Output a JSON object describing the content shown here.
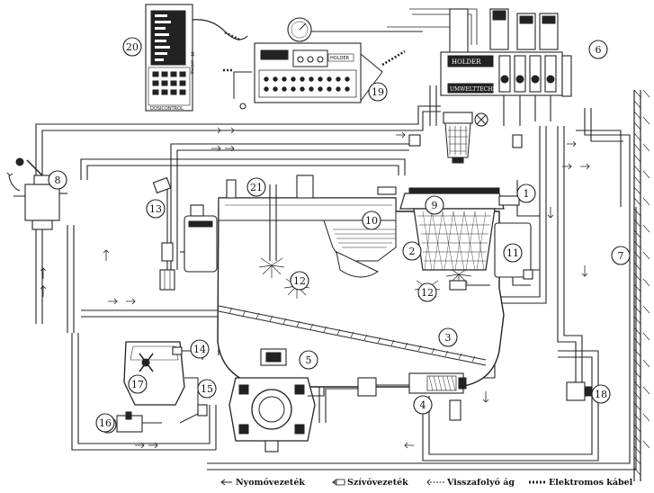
{
  "diagram": {
    "callouts": [
      {
        "n": "1"
      },
      {
        "n": "2"
      },
      {
        "n": "3"
      },
      {
        "n": "4"
      },
      {
        "n": "5"
      },
      {
        "n": "6"
      },
      {
        "n": "7"
      },
      {
        "n": "8"
      },
      {
        "n": "9"
      },
      {
        "n": "10"
      },
      {
        "n": "11"
      },
      {
        "n": "12"
      },
      {
        "n": "12"
      },
      {
        "n": "13"
      },
      {
        "n": "14"
      },
      {
        "n": "15"
      },
      {
        "n": "16"
      },
      {
        "n": "17"
      },
      {
        "n": "18"
      },
      {
        "n": "19"
      },
      {
        "n": "20"
      },
      {
        "n": "21"
      }
    ],
    "valve_block_label": "UMWELTTECHNIK",
    "valve_block_label_top": "HOLDER",
    "controller_brand": "DOSICONTROL",
    "controller_model": "M · crême",
    "console_text": "HOLDER"
  },
  "legend": [
    {
      "key": "pressure",
      "label": "Nyomóvezeték"
    },
    {
      "key": "suction",
      "label": "Szívóvezeték"
    },
    {
      "key": "return",
      "label": "Visszafolyó ág"
    },
    {
      "key": "electric",
      "label": "Elektromos kábel"
    }
  ],
  "colors": {
    "line": "#222222",
    "background": "#ffffff"
  }
}
